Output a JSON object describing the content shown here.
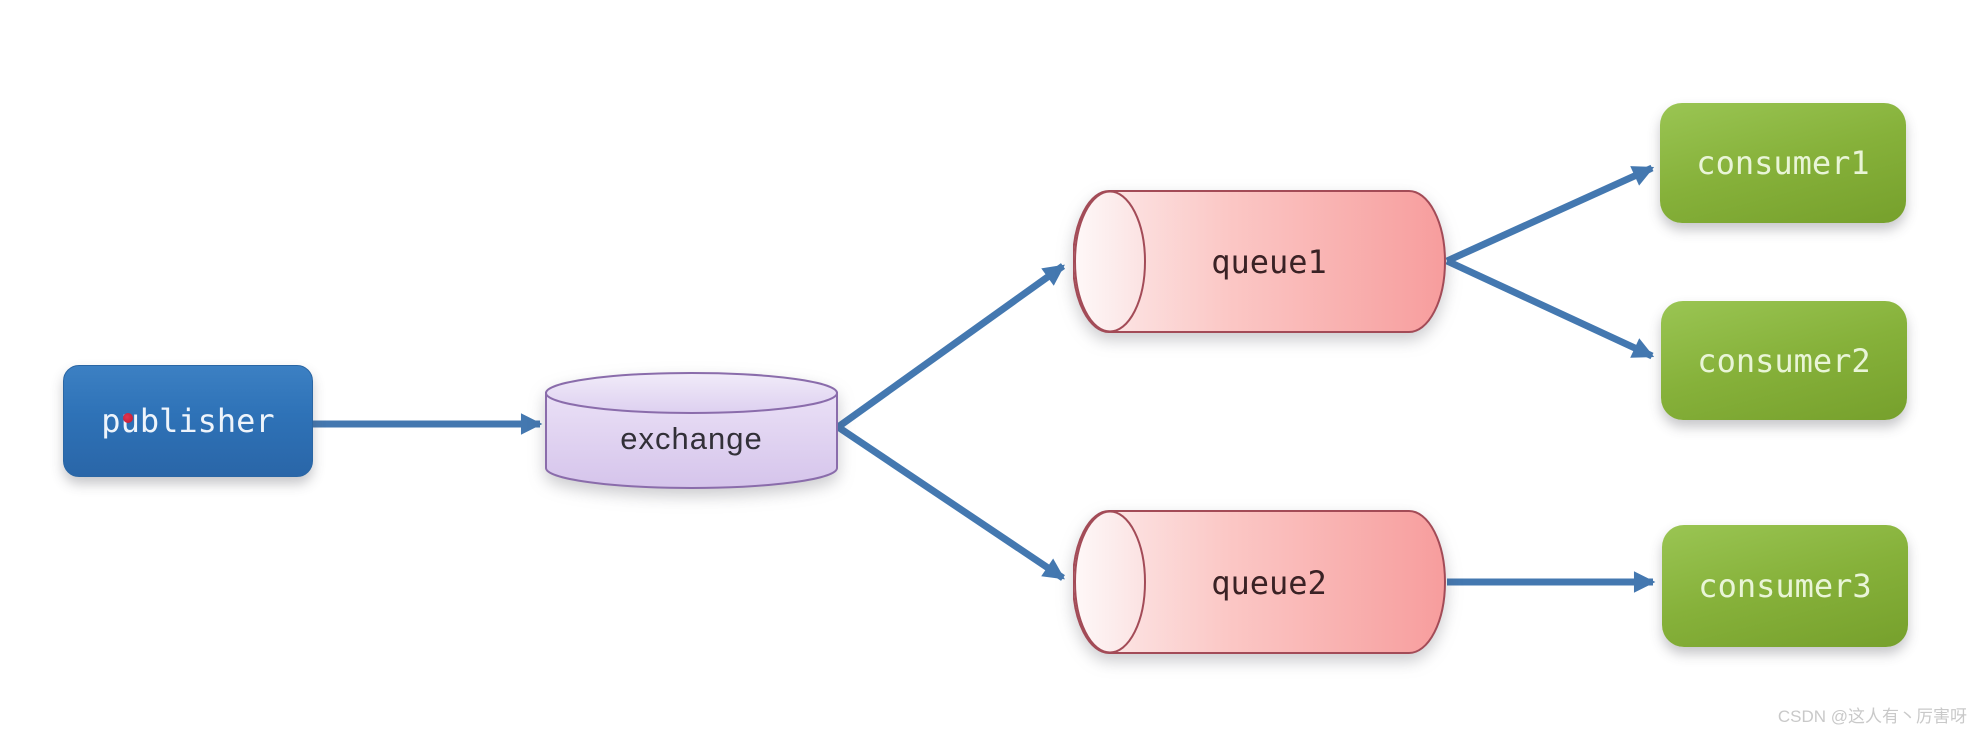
{
  "diagram": {
    "type": "message-queue-flow",
    "nodes": {
      "publisher": {
        "label": "publisher",
        "shape": "rounded-rect",
        "fill": "#2e72b7",
        "text_color": "#eef4fb"
      },
      "exchange": {
        "label": "exchange",
        "shape": "cylinder-vertical",
        "fill": "#e3d6f2",
        "border": "#8a6cab",
        "text_color": "#323038"
      },
      "queue1": {
        "label": "queue1",
        "shape": "cylinder-horizontal",
        "fill": "#f9a9a9",
        "border": "#a34b57",
        "text_color": "#3a2225"
      },
      "queue2": {
        "label": "queue2",
        "shape": "cylinder-horizontal",
        "fill": "#f9a9a9",
        "border": "#a34b57",
        "text_color": "#3a2225"
      },
      "consumer1": {
        "label": "consumer1",
        "shape": "rounded-rect",
        "fill": "#86b13a",
        "text_color": "#e9f5d7"
      },
      "consumer2": {
        "label": "consumer2",
        "shape": "rounded-rect",
        "fill": "#86b13a",
        "text_color": "#e9f5d7"
      },
      "consumer3": {
        "label": "consumer3",
        "shape": "rounded-rect",
        "fill": "#86b13a",
        "text_color": "#e9f5d7"
      }
    },
    "edges": [
      {
        "from": "publisher",
        "to": "exchange"
      },
      {
        "from": "exchange",
        "to": "queue1"
      },
      {
        "from": "exchange",
        "to": "queue2"
      },
      {
        "from": "queue1",
        "to": "consumer1"
      },
      {
        "from": "queue1",
        "to": "consumer2"
      },
      {
        "from": "queue2",
        "to": "consumer3"
      }
    ],
    "annotations": {
      "pointer_dot_color": "#c01730"
    },
    "colors": {
      "arrow": "#4478b0",
      "background": "#ffffff"
    }
  },
  "watermark": {
    "text": "CSDN @这人有丶厉害呀"
  }
}
